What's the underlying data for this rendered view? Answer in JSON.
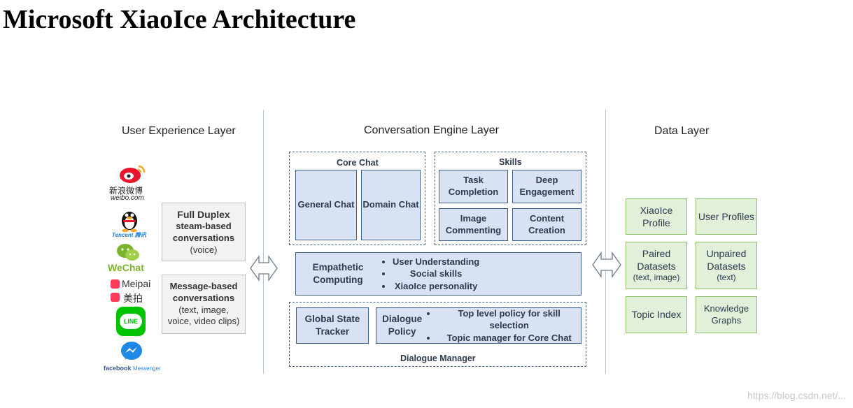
{
  "title": "Microsoft XiaoIce Architecture",
  "layers": {
    "user_experience": "User Experience Layer",
    "conversation_engine": "Conversation Engine Layer",
    "data": "Data Layer"
  },
  "ux_logos": {
    "weibo_cn": "新浪微博",
    "weibo_url": "weibo.com",
    "tencent": "Tencent 腾讯",
    "wechat": "WeChat",
    "meipai_en": "Meipai",
    "meipai_cn": "美拍",
    "line": "LINE",
    "messenger_fb": "facebook",
    "messenger": "Messenger"
  },
  "ux_boxes": {
    "full_duplex": {
      "line1": "Full Duplex",
      "line2": "steam-based",
      "line3": "conversations",
      "line4": "(voice)"
    },
    "message_based": {
      "line1": "Message-based",
      "line2": "conversations",
      "line3": "(text, image,",
      "line4": "voice, video clips)"
    }
  },
  "core_chat": {
    "label": "Core Chat",
    "general": "General Chat",
    "domain": "Domain Chat"
  },
  "skills": {
    "label": "Skills",
    "task_completion": "Task Completion",
    "deep_engagement": "Deep Engagement",
    "image_commenting": "Image Commenting",
    "content_creation": "Content Creation"
  },
  "empathetic": {
    "label": "Empathetic Computing",
    "items": [
      "User Understanding",
      "Social skills",
      "XiaoIce personality"
    ]
  },
  "dialogue_manager": {
    "label": "Dialogue Manager",
    "global_state_tracker": "Global State Tracker",
    "dialogue_policy": "Dialogue Policy",
    "policy_items": [
      "Top level policy for skill selection",
      "Topic manager for Core Chat"
    ]
  },
  "data_layer": {
    "xiaoice_profile": "XiaoIce Profile",
    "user_profiles": "User Profiles",
    "paired_datasets": "Paired Datasets",
    "paired_note": "(text, image)",
    "unpaired_datasets": "Unpaired Datasets",
    "unpaired_note": "(text)",
    "topic_index": "Topic Index",
    "knowledge_graphs": "Knowledge Graphs"
  },
  "watermark": "https://blog.csdn.net/...",
  "colors": {
    "engine_box_fill": "#d9e2f3",
    "engine_border": "#3e5f8a",
    "data_box_fill": "#e2efd9",
    "data_border": "#8fbf6f",
    "ux_box_fill": "#f2f2f2"
  }
}
